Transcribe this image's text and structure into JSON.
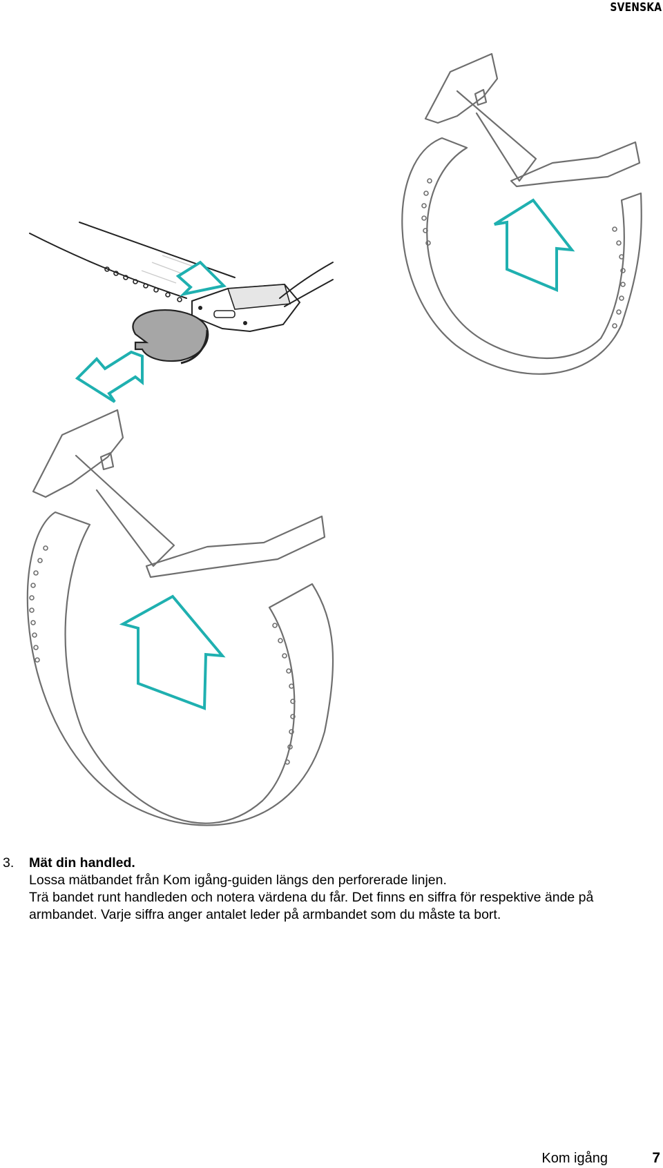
{
  "header": {
    "language": "SVENSKA"
  },
  "step": {
    "number": "3.",
    "heading": "Mät din handled.",
    "lines": [
      "Lossa mätbandet från Kom igång-guiden längs den perforerade linjen.",
      "Trä bandet runt handleden och notera värdena du får. Det finns en siffra för respektive ände på armbandet. Varje siffra anger antalet leder på armbandet som du måste ta bort."
    ]
  },
  "footer": {
    "section": "Kom igång",
    "page": "7"
  },
  "colors": {
    "arrow": "#1fb0b0",
    "line_art": "#6e6e6e",
    "sensor": "#a6a6a6"
  }
}
